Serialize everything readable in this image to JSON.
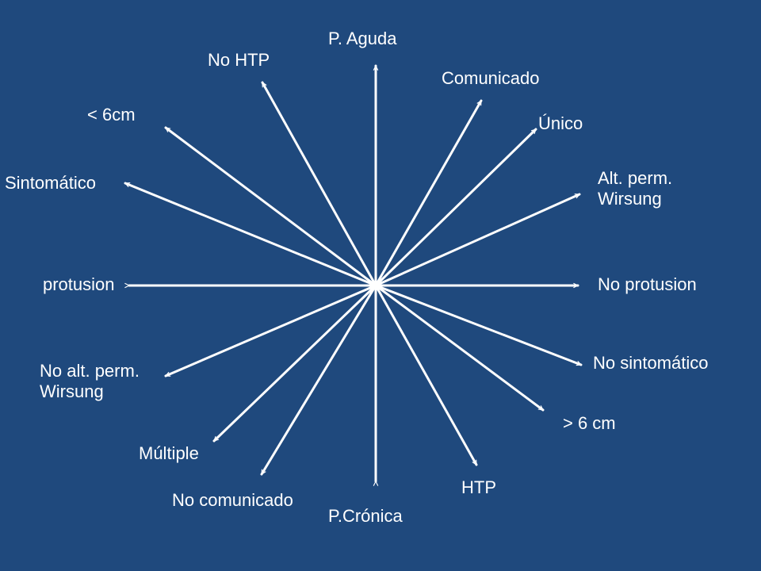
{
  "diagram": {
    "colors": {
      "background": "#1F497D",
      "arrow": "#FFFFFF",
      "text": "#FFFFFF"
    },
    "labels": {
      "p_aguda": "P. Aguda",
      "p_cronica": "P.Crónica",
      "no_htp": "No HTP",
      "htp": "HTP",
      "comunicado": "Comunicado",
      "no_comunicado": "No comunicado",
      "unico": "Único",
      "multiple": "Múltiple",
      "menor_6cm": "< 6cm",
      "mayor_6cm": "> 6 cm",
      "sintomatico": "Sintomático",
      "no_sintomatico": "No sintomático",
      "alt_perm_wirsung": "Alt. perm.\nWirsung",
      "no_alt_perm_wirsung": "No alt. perm.\nWirsung",
      "protusion": "protusion",
      "no_protusion": "No protusion"
    }
  }
}
